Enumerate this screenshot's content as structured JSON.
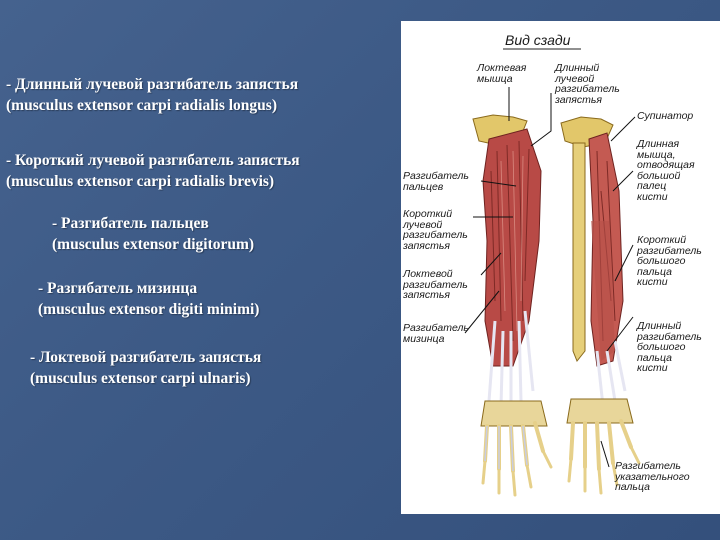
{
  "left_text": [
    {
      "ru": "- Длинный лучевой разгибатель запястья",
      "lat": "(musculus extensor carpi radialis longus)"
    },
    {
      "ru": "- Короткий лучевой разгибатель запястья",
      "lat": "(musculus extensor carpi radialis brevis)"
    },
    {
      "ru": "- Разгибатель пальцев",
      "lat": "(musculus extensor digitorum)"
    },
    {
      "ru": "- Разгибатель мизинца",
      "lat": "(musculus extensor digiti minimi)"
    },
    {
      "ru": "- Локтевой разгибатель запястья",
      "lat": "(musculus extensor carpi ulnaris)"
    }
  ],
  "figure": {
    "title": "Вид сзади",
    "labels": {
      "anconeus": [
        "Локтевая",
        "мышца"
      ],
      "ecrl": [
        "Длинный",
        "лучевой",
        "разгибатель",
        "запястья"
      ],
      "supinator": [
        "Супинатор"
      ],
      "apl": [
        "Длинная",
        "мышца,",
        "отводящая",
        "большой",
        "палец",
        "кисти"
      ],
      "ed": [
        "Разгибатель",
        "пальцев"
      ],
      "ecrb": [
        "Короткий",
        "лучевой",
        "разгибатель",
        "запястья"
      ],
      "epb": [
        "Короткий",
        "разгибатель",
        "большого",
        "пальца",
        "кисти"
      ],
      "ecu": [
        "Локтевой",
        "разгибатель",
        "запястья"
      ],
      "edm": [
        "Разгибатель",
        "мизинца"
      ],
      "epl": [
        "Длинный",
        "разгибатель",
        "большого",
        "пальца",
        "кисти"
      ],
      "eip": [
        "Разгибатель",
        "указательного",
        "пальца"
      ]
    }
  }
}
